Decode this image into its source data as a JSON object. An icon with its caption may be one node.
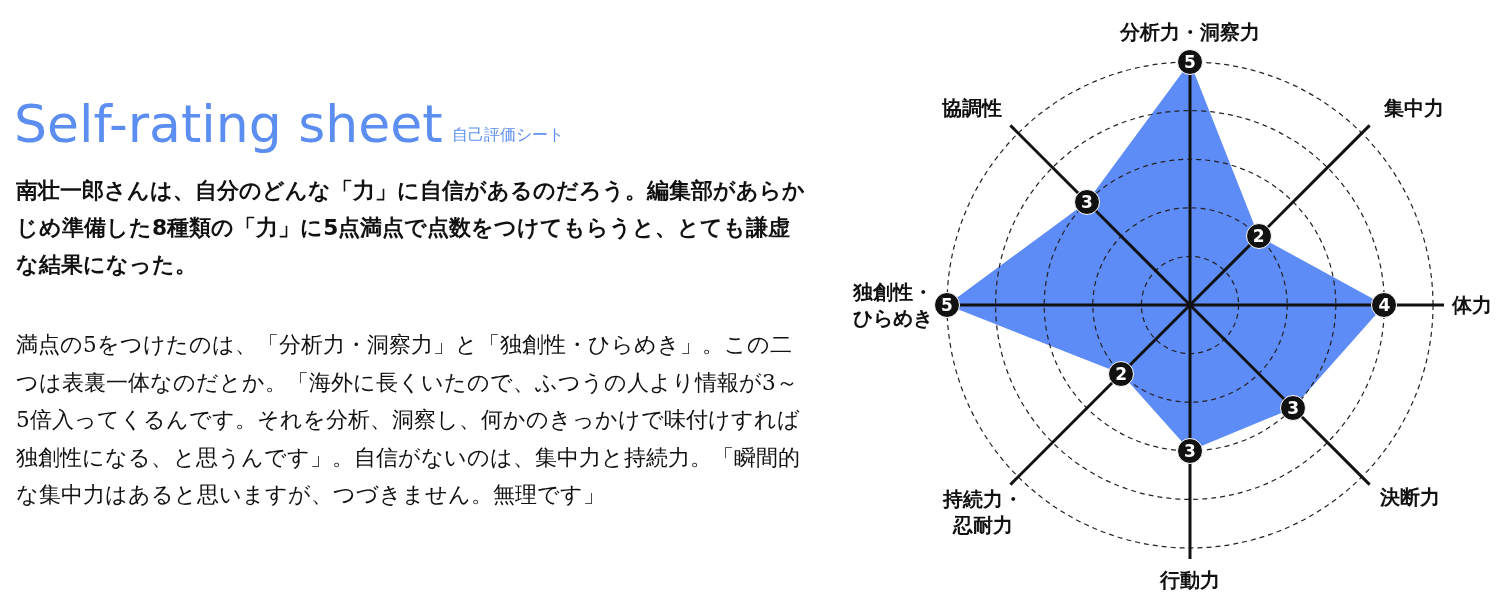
{
  "diagram": {
    "title": "Self-rating sheet",
    "labels": [
      "自己評価シート",
      "南壮一郎さんは、自分のどんな「力」に自信があるのだろう。編集部があらかじめ準備した8種類の「力」に5点満点で点数をつけてもらうと、とても謙虚な結果になった。",
      "満点の5をつけたのは、「分析力・洞察力」と「独創性・ひらめき」。この二つは表裏一体なのだとか。「海外に長くいたので、ふつうの人より情報が3～5倍入ってくるんです。それを分析、洞察し、何かのきっかけで味付けすれば独創性になる、と思うんです」。自信がないのは、集中力と持続力。「瞬間的な集中力はあると思いますが、つづきません。無理です」",
      "分析力・洞察力",
      "5",
      "協調性",
      "集中力",
      "3",
      "2",
      "独創性・ひらめき",
      "5",
      "4",
      "体力",
      "2",
      "3",
      "3",
      "持続力・忍耐力",
      "決断力",
      "行動力"
    ]
  }
}
